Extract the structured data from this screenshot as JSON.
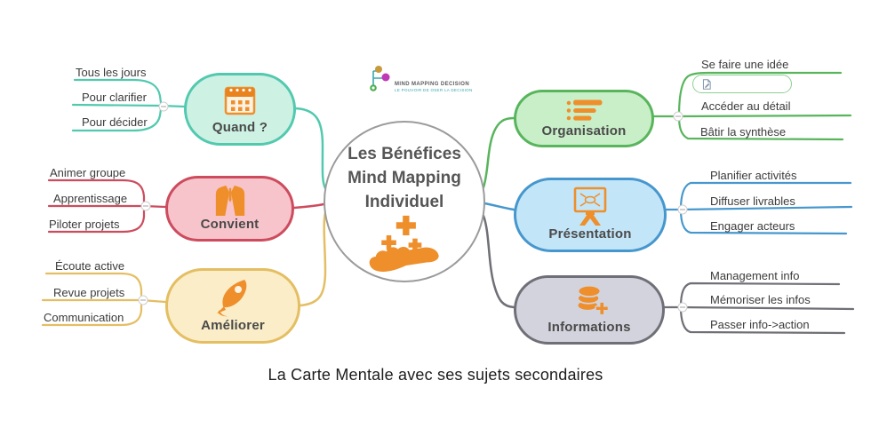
{
  "logo": {
    "brand": "MIND MAPPING DECISION",
    "tagline": "LE POUVOIR DE OSER LA DECISION"
  },
  "center": {
    "lines": [
      "Les Bénéfices",
      "Mind Mapping",
      "Individuel"
    ],
    "icon": "hand-sparkles-icon"
  },
  "caption": "La Carte Mentale avec ses sujets secondaires",
  "icon_color": "#ee8f2b",
  "branches": {
    "quand": {
      "label": "Quand ?",
      "icon": "calendar-icon",
      "border_color": "#52c9af",
      "fill_color": "#cdf1e3",
      "children": [
        "Tous les jours",
        "Pour clarifier",
        "Pour décider"
      ]
    },
    "convient": {
      "label": "Convient",
      "icon": "suit-icon",
      "border_color": "#cc4c5e",
      "fill_color": "#f8c4cb",
      "children": [
        "Animer groupe",
        "Apprentissage",
        "Piloter projets"
      ]
    },
    "ameliorer": {
      "label": "Améliorer",
      "icon": "rocket-icon",
      "border_color": "#e4be63",
      "fill_color": "#faedc7",
      "children": [
        "Écoute active",
        "Revue projets",
        "Communication"
      ]
    },
    "organisation": {
      "label": "Organisation",
      "icon": "list-icon",
      "border_color": "#58b55c",
      "fill_color": "#c9efc8",
      "children": [
        "Se faire une idée",
        "Accéder au détail",
        "Bâtir la synthèse"
      ],
      "note_icon": "document-pencil-icon"
    },
    "presentation": {
      "label": "Présentation",
      "icon": "presentation-icon",
      "border_color": "#4697cd",
      "fill_color": "#c3e5f8",
      "children": [
        "Planifier activités",
        "Diffuser livrables",
        "Engager acteurs"
      ]
    },
    "informations": {
      "label": "Informations",
      "icon": "database-icon",
      "border_color": "#6f6f77",
      "fill_color": "#d3d3dd",
      "children": [
        "Management info",
        "Mémoriser les infos",
        "Passer info->action"
      ]
    }
  }
}
